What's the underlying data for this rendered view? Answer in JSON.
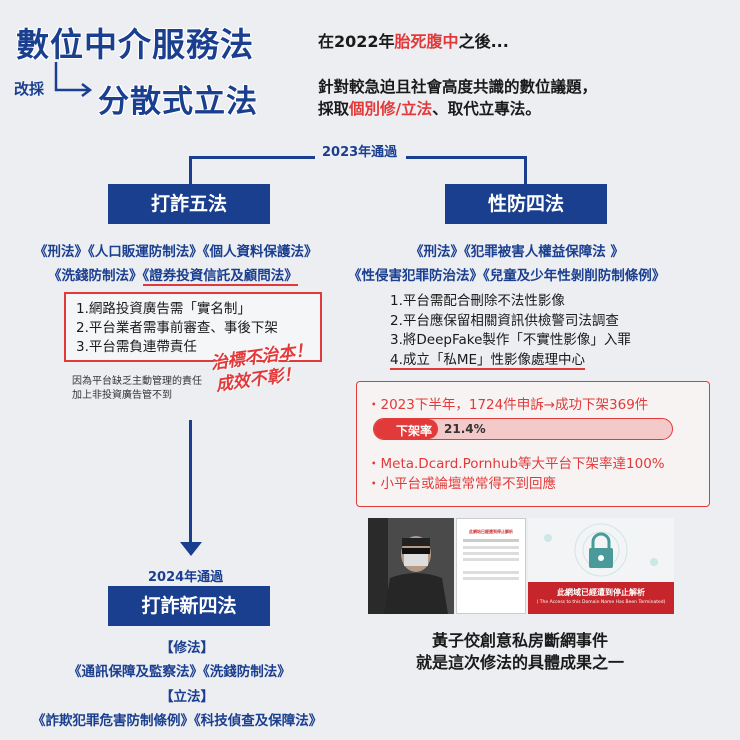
{
  "header": {
    "title_old": "數位中介服務法",
    "adopt_label": "改採",
    "title_new": "分散式立法",
    "intro_prefix": "在2022年",
    "intro_highlight": "胎死腹中",
    "intro_suffix": "之後...",
    "desc_line1": "針對較急迫且社會高度共識的數位議題，",
    "desc_prefix": "採取",
    "desc_highlight": "個別修/立法",
    "desc_suffix": "、取代立專法。"
  },
  "branch_2023": {
    "year_label": "2023年通過",
    "left": {
      "title": "打詐五法",
      "laws_row1": "《刑法》《人口販運防制法》《個人資料保護法》",
      "laws_row2_a": "《洗錢防制法》",
      "laws_row2_b": "《證券投資信託及顧問法》",
      "points": [
        "1.網路投資廣告需「實名制」",
        "2.平台業者需事前審查、事後下架",
        "3.平台需負連帶責任"
      ],
      "note_line1": "因為平台缺乏主動管理的責任",
      "note_line2": "加上非投資廣告管不到",
      "stamp_line1": "治標不治本！",
      "stamp_line2": "成效不彰！"
    },
    "right": {
      "title": "性防四法",
      "laws_row1": "《刑法》《犯罪被害人權益保障法 》",
      "laws_row2_a": "《性侵害犯罪防治法》",
      "laws_row2_b": "《兒童及少年性剝削防制條例》",
      "points": [
        "1.平台需配合刪除不法性影像",
        "2.平台應保留相關資訊供檢警司法調查",
        "3.將DeepFake製作「不實性影像」入罪",
        "4.成立「私ME」性影像處理中心"
      ],
      "stats": {
        "line1": "・2023下半年，1724件申訴→成功下架369件",
        "bar_label": "下架率",
        "bar_value_text": "21.4%",
        "bar_fraction": 0.214,
        "line2": "・Meta.Dcard.Pornhub等大平台下架率達100%",
        "line3": "・小平台或論壇常常得不到回應"
      },
      "screenshot_text": {
        "doc_header": "此網站已經遭到停止解析",
        "banner_main": "此網域已經遭到停止解析",
        "banner_sub": "( The Access to this Domain Name Has Been Terminated)"
      },
      "caption_line1": "黃子佼創意私房斷網事件",
      "caption_line2": "就是這次修法的具體成果之一"
    }
  },
  "branch_2024": {
    "year_label": "2024年通過",
    "title": "打詐新四法",
    "amend_label": "【修法】",
    "amend_laws": "《通訊保障及監察法》《洗錢防制法》",
    "new_label": "【立法】",
    "new_laws": "《詐欺犯罪危害防制條例》《科技偵查及保障法》"
  },
  "colors": {
    "navy": "#1b3f8f",
    "red": "#e23a3a",
    "background": "#eceef2"
  }
}
